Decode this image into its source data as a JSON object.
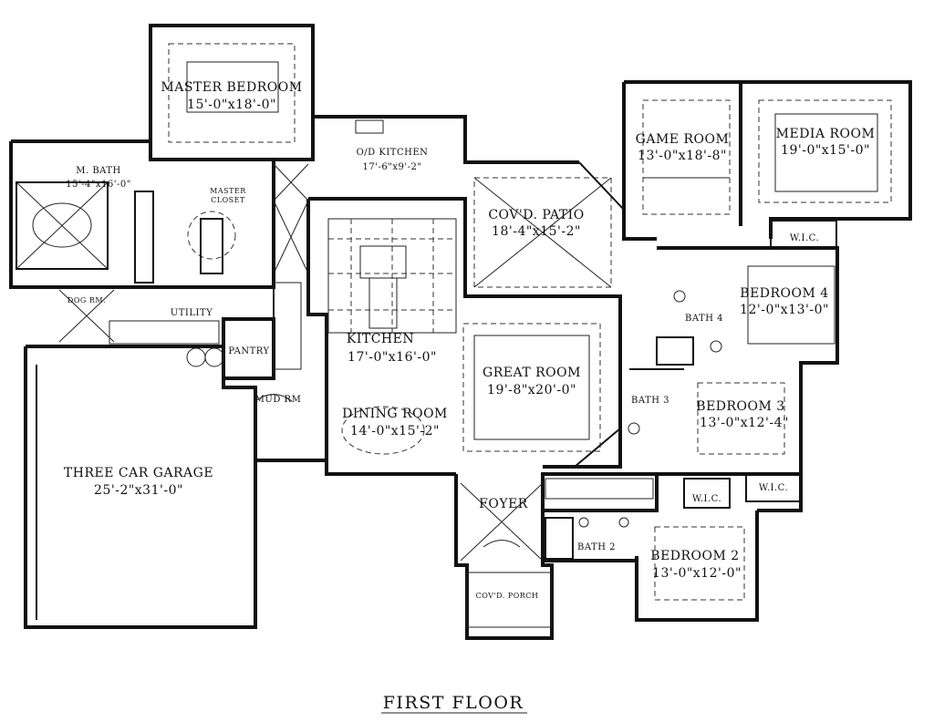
{
  "title": "FIRST FLOOR",
  "rooms": {
    "master_bedroom": {
      "name": "MASTER BEDROOM",
      "size": "15'-0\"x18'-0\""
    },
    "m_bath": {
      "name": "M. BATH",
      "size": "15'-4\"x16'-0\""
    },
    "master_closet": {
      "name_line1": "MASTER",
      "name_line2": "CLOSET"
    },
    "od_kitchen": {
      "name": "O/D KITCHEN",
      "size": "17'-6\"x9'-2\""
    },
    "covd_patio": {
      "name": "COV'D. PATIO",
      "size": "18'-4\"x15'-2\""
    },
    "game_room": {
      "name": "GAME ROOM",
      "size": "13'-0\"x18'-8\""
    },
    "media_room": {
      "name": "MEDIA ROOM",
      "size": "19'-0\"x15'-0\""
    },
    "wic_1": {
      "name": "W.I.C."
    },
    "bedroom_4": {
      "name": "BEDROOM 4",
      "size": "12'-0\"x13'-0\""
    },
    "bath_4": {
      "name": "BATH 4"
    },
    "dog_rm": {
      "name": "DOG RM."
    },
    "utility": {
      "name": "UTILITY"
    },
    "pantry": {
      "name": "PANTRY"
    },
    "kitchen": {
      "name": "KITCHEN",
      "size": "17'-0\"x16'-0\""
    },
    "great_room": {
      "name": "GREAT ROOM",
      "size": "19'-8\"x20'-0\""
    },
    "bath_3": {
      "name": "BATH 3"
    },
    "bedroom_3": {
      "name": "BEDROOM 3",
      "size": "13'-0\"x12'-4\""
    },
    "mud_rm": {
      "name": "MUD RM"
    },
    "dining_room": {
      "name": "DINING ROOM",
      "size": "14'-0\"x15'-2\""
    },
    "three_car_garage": {
      "name": "THREE CAR GARAGE",
      "size": "25'-2\"x31'-0\""
    },
    "foyer": {
      "name": "FOYER"
    },
    "wic_2": {
      "name": "W.I.C."
    },
    "wic_3": {
      "name": "W.I.C."
    },
    "bath_2": {
      "name": "BATH 2"
    },
    "bedroom_2": {
      "name": "BEDROOM 2",
      "size": "13'-0\"x12'-0\""
    },
    "covd_porch": {
      "name": "COV'D. PORCH"
    }
  }
}
